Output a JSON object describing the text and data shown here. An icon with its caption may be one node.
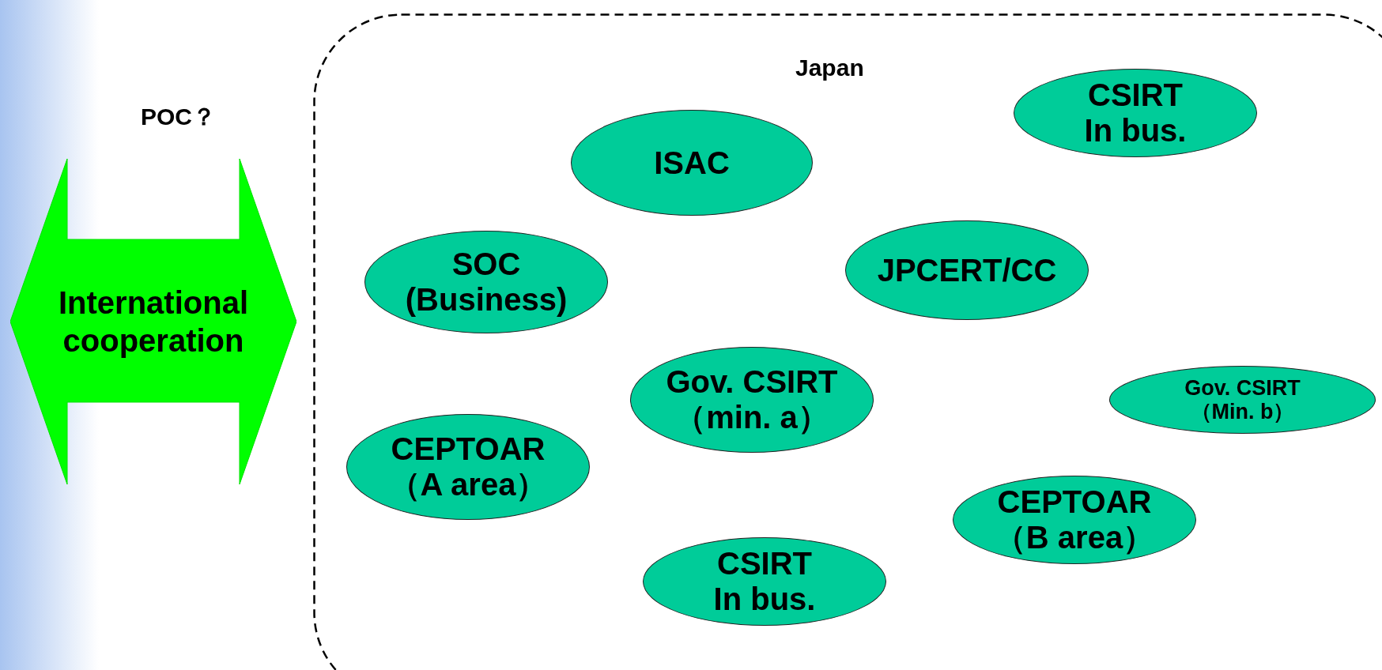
{
  "diagram": {
    "nodes": [
      {
        "text": [
          "International cooperation"
        ]
      },
      {
        "text": [
          "Japan"
        ]
      },
      {
        "text": [
          "CSIRT In bus."
        ],
        "in": 1
      },
      {
        "text": [
          "ISAC"
        ],
        "in": 1
      },
      {
        "text": [
          "JPCERT/CC"
        ],
        "in": 1
      },
      {
        "text": [
          "SOC (Business)"
        ],
        "in": 1
      },
      {
        "text": [
          "Gov. CSIRT （Min. b）"
        ],
        "in": 1
      },
      {
        "text": [
          "Gov. CSIRT （min. a）"
        ],
        "in": 1
      },
      {
        "text": [
          "CEPTOAR （A area）"
        ],
        "in": 1
      },
      {
        "text": [
          "CEPTOAR （B area）"
        ],
        "in": 1
      },
      {
        "text": [
          "CSIRT In bus."
        ],
        "in": 1
      }
    ],
    "labels": [
      "POC？"
    ]
  }
}
